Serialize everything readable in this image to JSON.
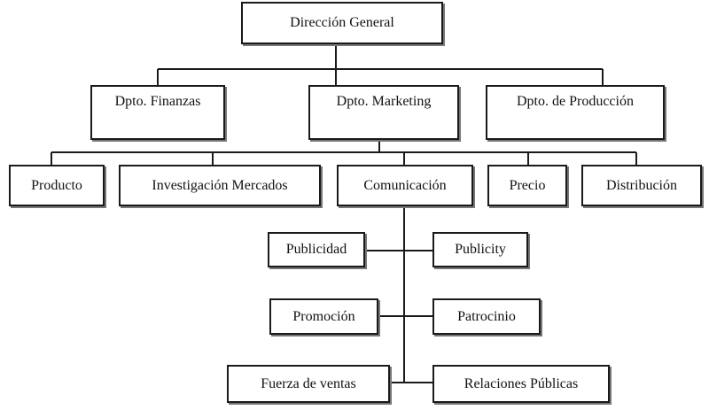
{
  "diagram": {
    "root": {
      "label": "Dirección General"
    },
    "departments": [
      {
        "label": "Dpto. Finanzas"
      },
      {
        "label": "Dpto. Marketing"
      },
      {
        "label": "Dpto. de Producción"
      }
    ],
    "marketing_areas": [
      {
        "label": "Producto"
      },
      {
        "label": "Investigación Mercados"
      },
      {
        "label": "Comunicación"
      },
      {
        "label": "Precio"
      },
      {
        "label": "Distribución"
      }
    ],
    "communication_tools": {
      "left": [
        {
          "label": "Publicidad"
        },
        {
          "label": "Promoción"
        },
        {
          "label": "Fuerza de ventas"
        }
      ],
      "right": [
        {
          "label": "Publicity"
        },
        {
          "label": "Patrocinio"
        },
        {
          "label": "Relaciones Públicas"
        }
      ]
    },
    "colors": {
      "stroke": "#1a1a1a",
      "shadow": "#777777",
      "background": "#ffffff"
    }
  }
}
